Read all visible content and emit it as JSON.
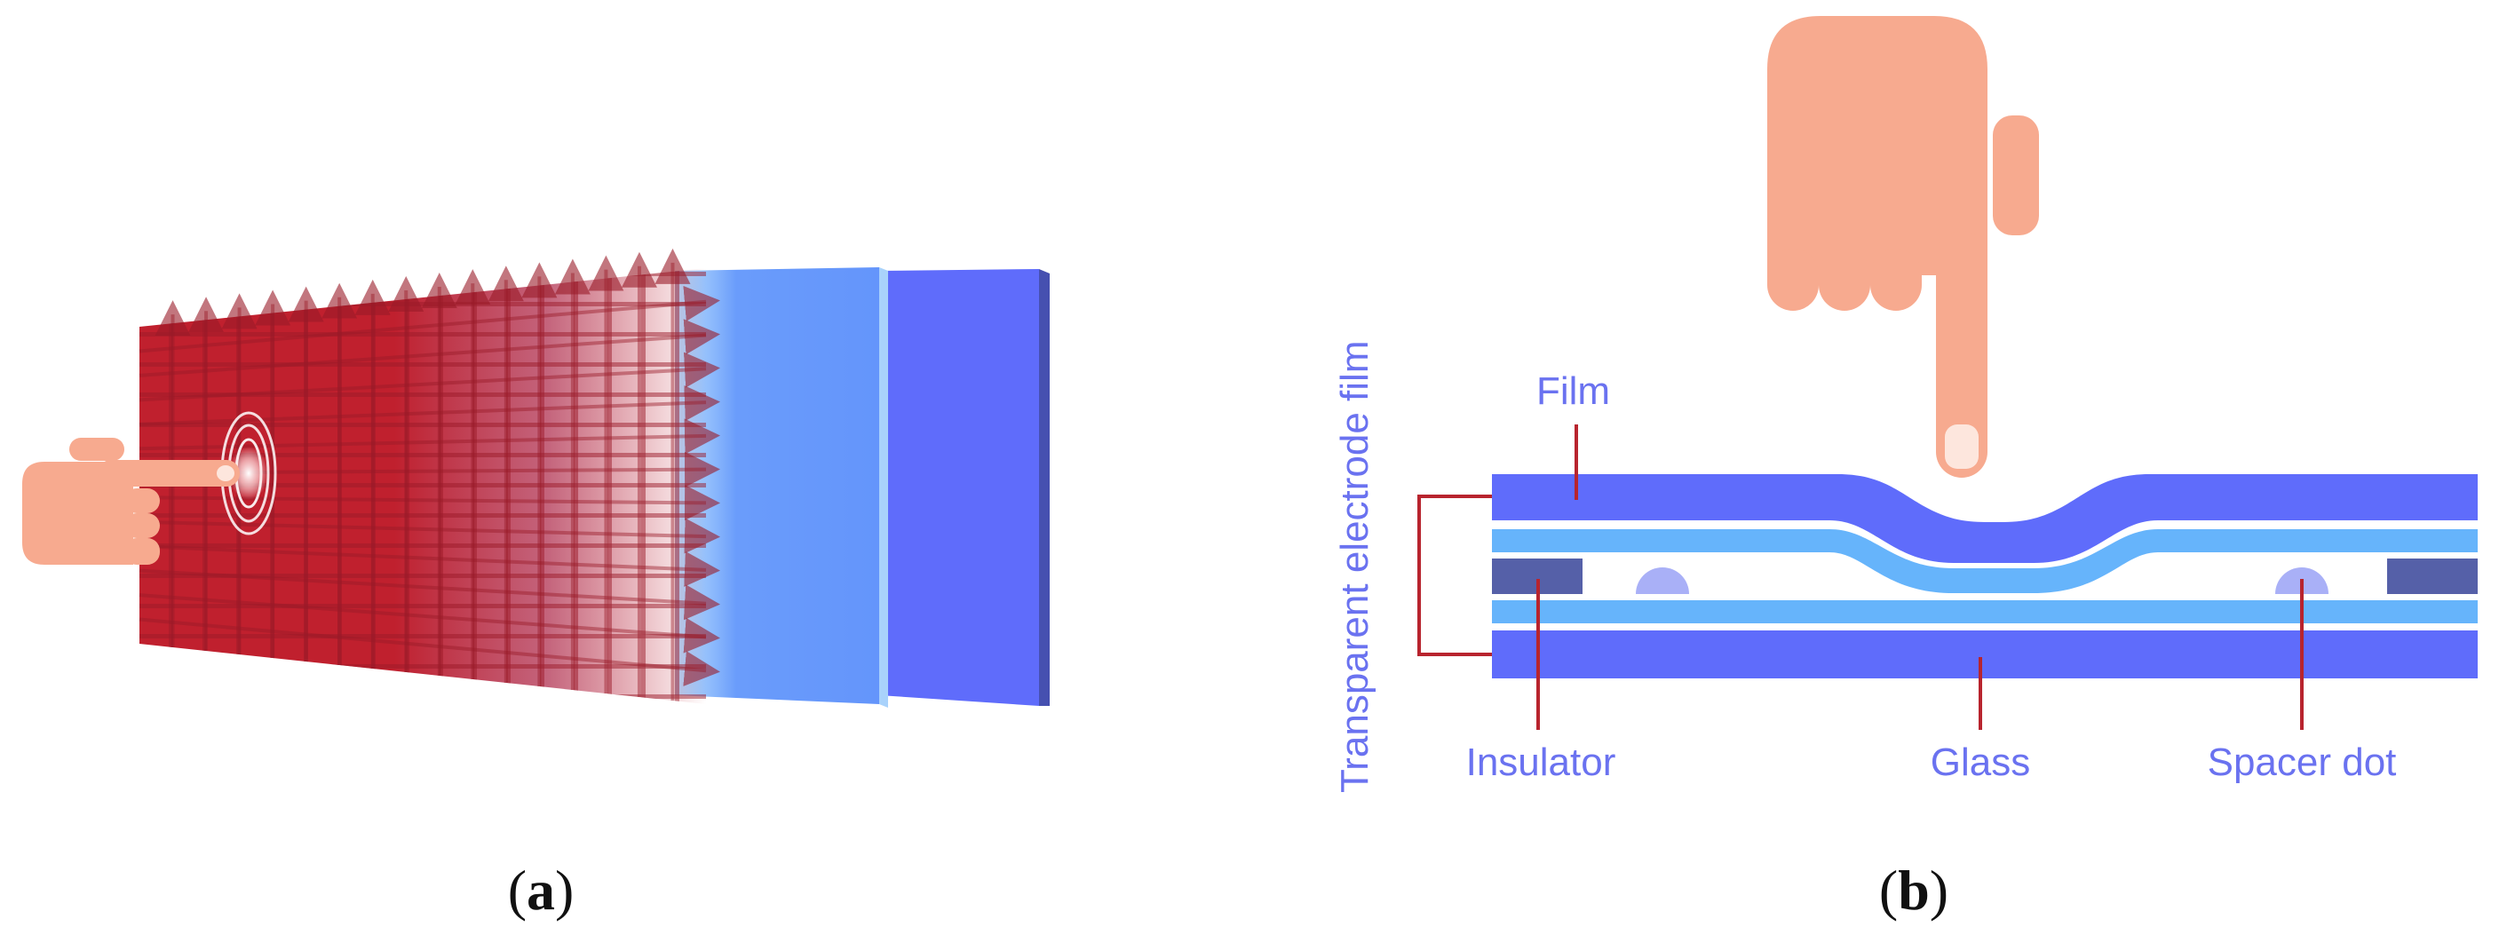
{
  "colors": {
    "label_text": "#6a72f0",
    "leader_line": "#b8242e",
    "film_blue": "#5f6cfb",
    "electrode_light_blue": "#66b4fb",
    "insulator": "#5560a8",
    "spacer_dot": "#a9b0f7",
    "grid_red": "#c0202e",
    "skin": "#f7aa8f",
    "glass_panel": "#5f6cfb"
  },
  "panel_a": {
    "caption_letter": "a",
    "icons": [
      "hand-pointing-right-icon",
      "touch-ripple-icon",
      "capacitive-grid",
      "glass-panels"
    ]
  },
  "panel_b": {
    "caption_letter": "b",
    "labels": {
      "film": "Film",
      "transparent_electrode_film": "Transparent electrode film",
      "insulator": "Insulator",
      "glass": "Glass",
      "spacer_dot": "Spacer dot"
    },
    "icons": [
      "hand-pointing-down-icon"
    ]
  }
}
